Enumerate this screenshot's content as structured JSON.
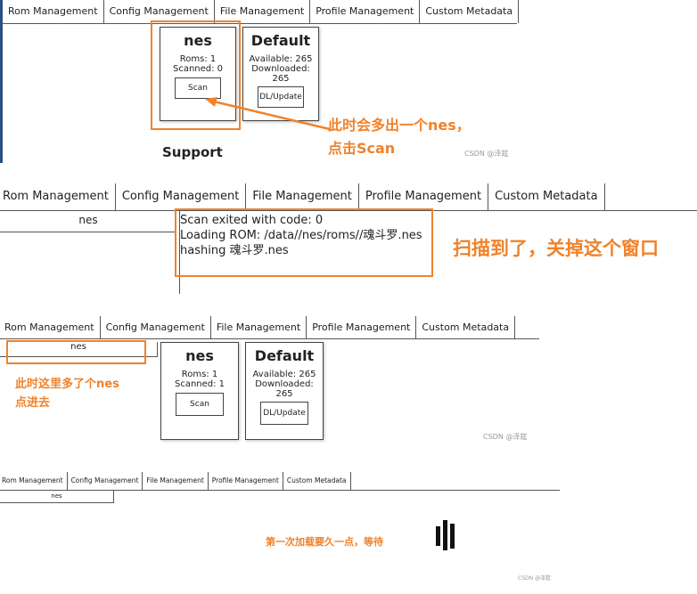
{
  "tabs": [
    "Rom Management",
    "Config Management",
    "File Management",
    "Profile Management",
    "Custom Metadata"
  ],
  "watermark": "CSDN @泽筵",
  "panel1": {
    "platform_card": {
      "title": "nes",
      "roms": "Roms: 1",
      "scanned": "Scanned: 0",
      "button": "Scan"
    },
    "profile_card": {
      "title": "Default",
      "available": "Available: 265",
      "downloaded": "Downloaded:",
      "downloaded_value": "265",
      "button": "DL/Update"
    },
    "section_title": "Support",
    "annotation_line1": "此时会多出一个nes，",
    "annotation_line2": "点击Scan"
  },
  "panel2": {
    "platform_item": "nes",
    "log_lines": [
      "Scan exited with code: 0",
      "Loading ROM: /data//nes/roms//魂斗罗.nes",
      "hashing 魂斗罗.nes"
    ],
    "annotation": "扫描到了，关掉这个窗口"
  },
  "panel3": {
    "platform_item": "nes",
    "platform_card": {
      "title": "nes",
      "roms": "Roms: 1",
      "scanned": "Scanned: 1",
      "button": "Scan"
    },
    "profile_card": {
      "title": "Default",
      "available": "Available: 265",
      "downloaded": "Downloaded:",
      "downloaded_value": "265",
      "button": "DL/Update"
    },
    "annotation_line1": "此时这里多了个nes",
    "annotation_line2": "点进去"
  },
  "panel4": {
    "platform_item": "nes",
    "annotation": "第一次加载要久一点，等待"
  },
  "colors": {
    "annotation": "#f0822a",
    "border": "#444444"
  }
}
